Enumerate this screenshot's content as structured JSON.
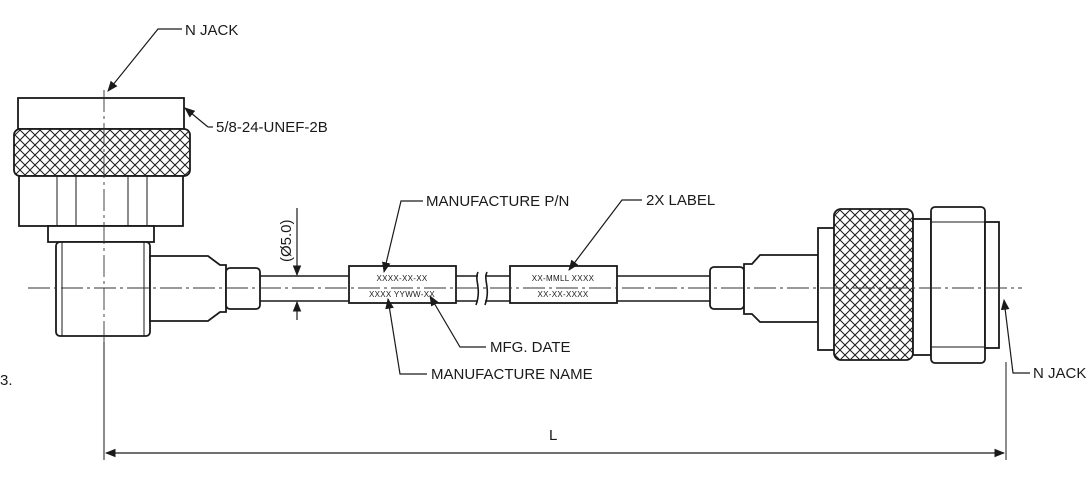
{
  "labels": {
    "n_jack_top": "N JACK",
    "thread_spec": "5/8-24-UNEF-2B",
    "manufacture_pn": "MANUFACTURE P/N",
    "label_count": "2X LABEL",
    "diameter": "(Ø5.0)",
    "mfg_date": "MFG. DATE",
    "manufacture_name": "MANUFACTURE NAME",
    "n_jack_right": "N JACK",
    "length": "L",
    "margin_mark": "3."
  },
  "label_1": {
    "line1": "XXXX-XX-XX",
    "line2": "XXXX YYWW-XX"
  },
  "label_2": {
    "line1": "XX-MMLL XXXX",
    "line2": "XX-XX-XXXX"
  }
}
